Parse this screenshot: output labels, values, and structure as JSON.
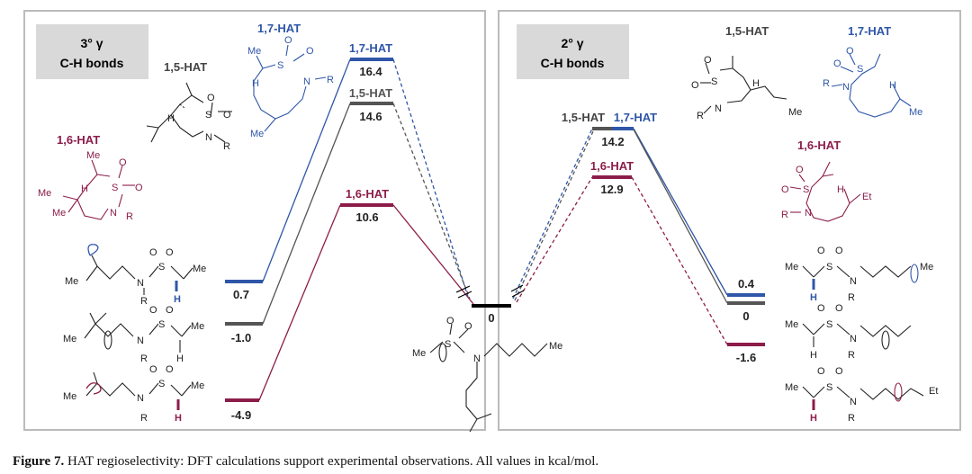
{
  "colors": {
    "blue": "#2f56a8",
    "gray": "#333333",
    "maroon": "#8c1d4a",
    "black": "#000000",
    "box": "#bbbbbb",
    "header_bg": "#d9d9d9"
  },
  "left_panel": {
    "header_line1": "3° γ",
    "header_line2": "C-H bonds",
    "labels": {
      "hat15": "1,5-HAT",
      "hat16": "1,6-HAT",
      "hat17": "1,7-HAT"
    },
    "substituents": {
      "me": "Me",
      "n": "N",
      "s": "S",
      "o": "O",
      "r": "R",
      "h": "H"
    }
  },
  "right_panel": {
    "header_line1": "2° γ",
    "header_line2": "C-H bonds",
    "labels": {
      "hat15": "1,5-HAT",
      "hat16": "1,6-HAT",
      "hat17": "1,7-HAT"
    },
    "substituents": {
      "me": "Me",
      "et": "Et",
      "n": "N",
      "s": "S",
      "o": "O",
      "r": "R",
      "h": "H"
    }
  },
  "center": {
    "substituents": {
      "me": "Me",
      "n": "N",
      "s": "S",
      "o": "O"
    }
  },
  "energy_diagram": {
    "units": "kcal/mol",
    "center_level": "0",
    "left": {
      "ts": [
        {
          "label": "1,7-HAT",
          "value": "16.4",
          "color": "blue"
        },
        {
          "label": "1,5-HAT",
          "value": "14.6",
          "color": "gray"
        },
        {
          "label": "1,6-HAT",
          "value": "10.6",
          "color": "maroon"
        }
      ],
      "products": [
        {
          "value": "0.7",
          "color": "blue"
        },
        {
          "value": "-1.0",
          "color": "gray"
        },
        {
          "value": "-4.9",
          "color": "maroon"
        }
      ]
    },
    "right": {
      "ts_label_15": "1,5-HAT",
      "ts_label_17": "1,7-HAT",
      "ts_value_1517": "14.2",
      "ts_label_16": "1,6-HAT",
      "ts_value_16": "12.9",
      "products": [
        {
          "value": "0.4",
          "color": "blue"
        },
        {
          "value": "0",
          "color": "gray"
        },
        {
          "value": "-1.6",
          "color": "maroon"
        }
      ]
    }
  },
  "caption": {
    "label": "Figure 7.",
    "text": " HAT regioselectivity: DFT calculations support experimental observations. All values in kcal/mol."
  }
}
